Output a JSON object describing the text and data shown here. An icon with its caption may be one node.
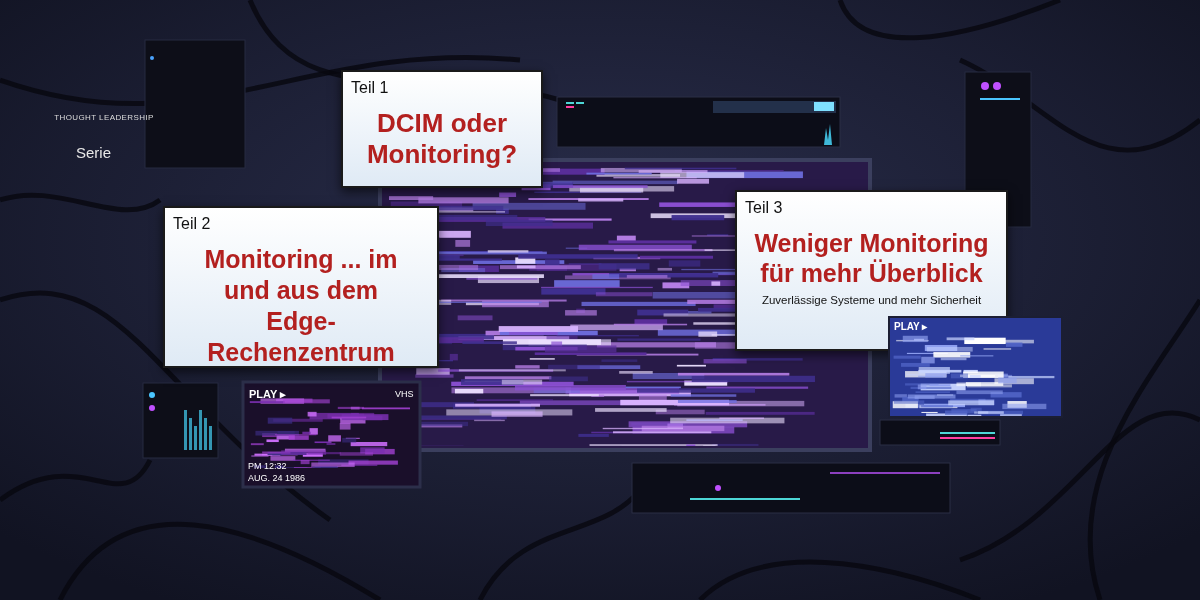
{
  "diagram": {
    "nodes": [
      {
        "text": [
          "Teil 1",
          "DCIM oder Monitoring?"
        ]
      },
      {
        "text": [
          "Teil 2",
          "Monitoring ... im und aus dem Edge-Rechenzentrum"
        ]
      },
      {
        "text": [
          "Teil 3",
          "Weniger Monitoring für mehr Überblick",
          "Zuverlässige Systeme und mehr Sicherheit"
        ]
      }
    ],
    "labels": [
      "THOUGHT LEADERSHIP",
      "Serie",
      "PLAY ▸",
      "VHS",
      "PM 12:32",
      "AUG. 24 1986",
      "PLAY ▸"
    ]
  }
}
